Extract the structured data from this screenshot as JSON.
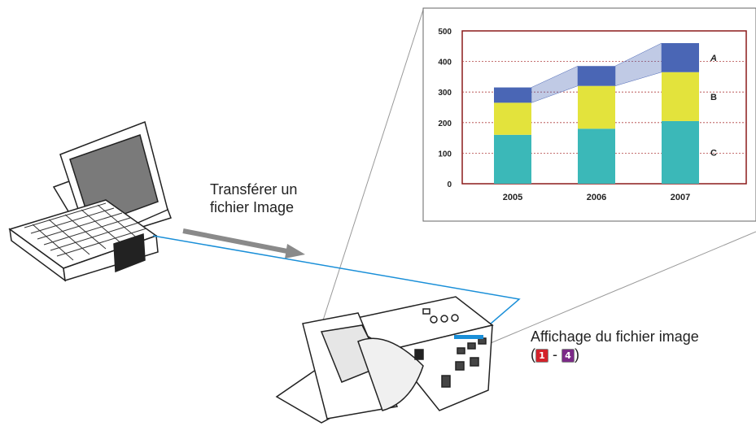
{
  "transfer_label": {
    "line1": "Transférer un",
    "line2": "fichier Image"
  },
  "display_label": {
    "line1": "Affichage du fichier image",
    "open": "(",
    "badge_first": "1",
    "dash": " - ",
    "badge_last": "4",
    "close": ")"
  },
  "colors": {
    "cable": "#1a8fd8",
    "arrow": "#8a8a8a",
    "frame": "#8b1a1a",
    "segment_c": "#3bb8b8",
    "segment_b": "#e3e33c",
    "segment_a": "#4a66b5",
    "badge_red": "#d4222a",
    "badge_purple": "#7b2a87"
  },
  "chart_data": {
    "type": "bar",
    "stacked": true,
    "categories": [
      "2005",
      "2006",
      "2007"
    ],
    "series": [
      {
        "name": "C",
        "values": [
          160,
          180,
          205
        ]
      },
      {
        "name": "B",
        "values": [
          105,
          140,
          160
        ]
      },
      {
        "name": "A",
        "values": [
          50,
          65,
          95
        ]
      }
    ],
    "ylim": [
      0,
      500
    ],
    "yticks": [
      0,
      100,
      200,
      300,
      400,
      500
    ],
    "grid": true,
    "legend": "series letters at right of last bar"
  }
}
